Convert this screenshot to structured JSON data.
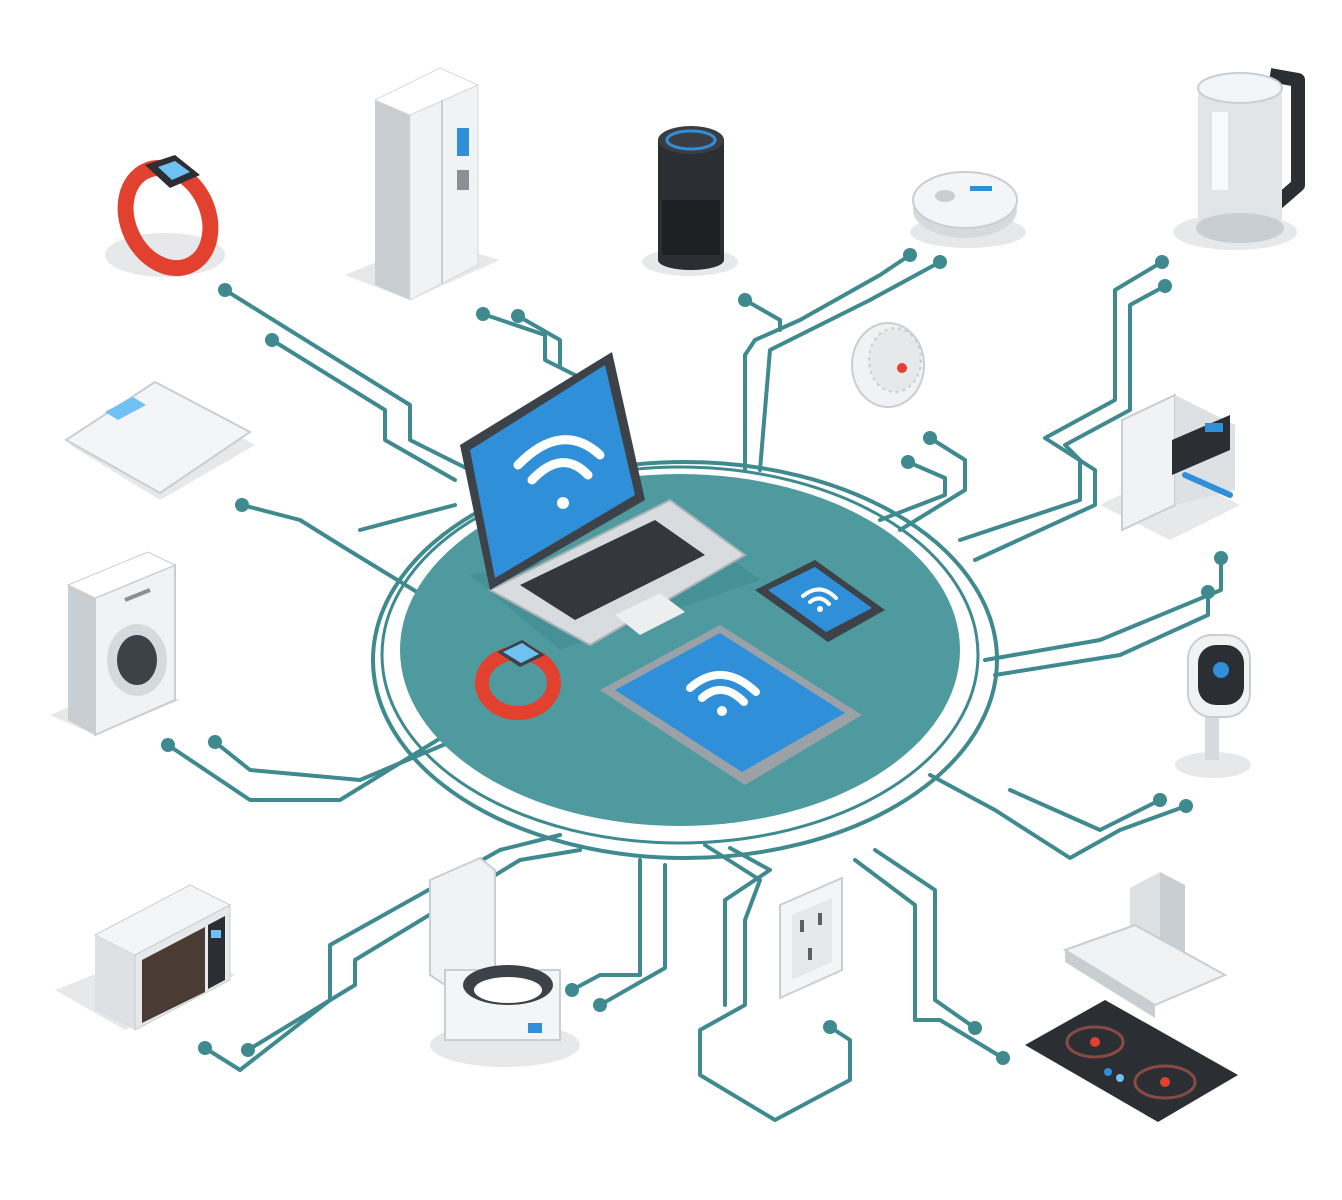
{
  "colors": {
    "background": "#ffffff",
    "hub": "#4e9a9e",
    "hub_ring": "#3f8a8f",
    "trace": "#3f8a8f",
    "screen": "#2f8fd8",
    "screen_light": "#6ec1f2",
    "accent_red": "#e2412f",
    "appliance_white": "#f1f2f3",
    "appliance_grey": "#c9ced2",
    "dark": "#2b2e33",
    "shadow": "#e6e8ea"
  },
  "hub": {
    "devices": [
      {
        "name": "laptop",
        "icon": "wifi-icon"
      },
      {
        "name": "tablet",
        "icon": "wifi-icon"
      },
      {
        "name": "smartphone",
        "icon": "wifi-icon"
      },
      {
        "name": "smartwatch",
        "icon": "wifi-icon"
      }
    ]
  },
  "devices": [
    "fitness-band",
    "refrigerator",
    "smart-speaker",
    "robot-vacuum",
    "electric-kettle",
    "smoke-detector",
    "bathroom-scale",
    "coffee-machine",
    "washing-machine",
    "security-camera",
    "microwave",
    "rice-cooker",
    "wall-socket",
    "range-hood",
    "induction-cooktop"
  ]
}
